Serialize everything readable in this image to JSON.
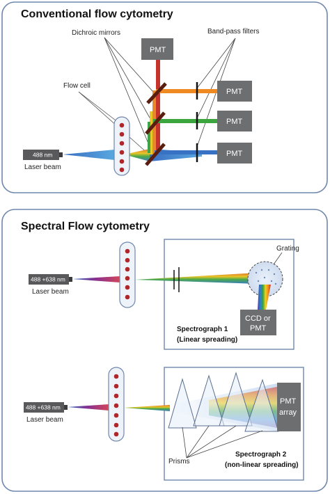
{
  "top": {
    "title": "Conventional flow cytometry",
    "dichroic_label": "Dichroic mirrors",
    "bandpass_label": "Band-pass filters",
    "flowcell_label": "Flow cell",
    "laser_nm": "488 nm",
    "laser_label": "Laser beam",
    "pmt": "PMT"
  },
  "bottom": {
    "title": "Spectral Flow cytometry",
    "laser1_nm": "488 +638 nm",
    "laser1_label": "Laser beam",
    "grating_label": "Grating",
    "ccd_line1": "CCD or",
    "ccd_line2": "PMT",
    "spec1_line1": "Spectrograph 1",
    "spec1_line2": "(Linear spreading)",
    "laser2_nm": "488 +638 nm",
    "laser2_label": "Laser beam",
    "pmt_array_line1": "PMT",
    "pmt_array_line2": "array",
    "prisms_label": "Prisms",
    "spec2_line1": "Spectrograph 2",
    "spec2_line2": "(non-linear spreading)"
  },
  "colors": {
    "panel_border": "#6f87ad",
    "box_fill": "#6d6e70",
    "cell_red": "#b0262a",
    "mirror": "#5a1e10"
  }
}
